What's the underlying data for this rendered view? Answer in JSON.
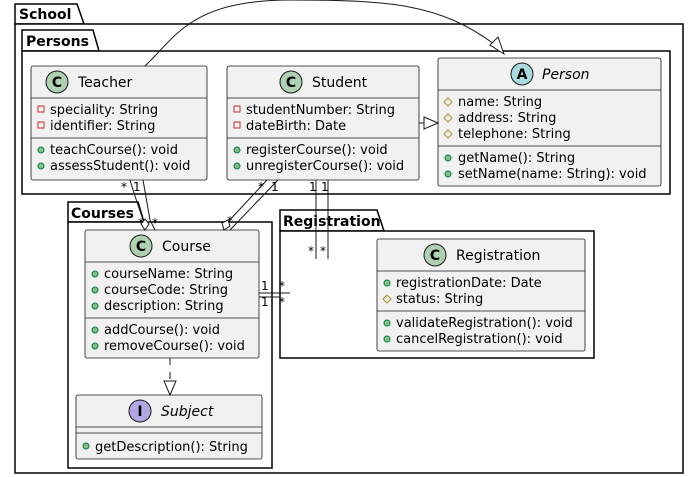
{
  "packages": {
    "school": "School",
    "persons": "Persons",
    "courses": "Courses",
    "registration": "Registration"
  },
  "classes": {
    "teacher": {
      "stereotype_letter": "C",
      "stereotype_color": "#ADD1B2",
      "name": "Teacher",
      "attributes": [
        {
          "vis": "private",
          "text": "speciality: String"
        },
        {
          "vis": "private",
          "text": "identifier: String"
        }
      ],
      "methods": [
        {
          "vis": "public",
          "text": "teachCourse(): void"
        },
        {
          "vis": "public",
          "text": "assessStudent(): void"
        }
      ]
    },
    "student": {
      "stereotype_letter": "C",
      "stereotype_color": "#ADD1B2",
      "name": "Student",
      "attributes": [
        {
          "vis": "private",
          "text": "studentNumber: String"
        },
        {
          "vis": "private",
          "text": "dateBirth: Date"
        }
      ],
      "methods": [
        {
          "vis": "public",
          "text": "registerCourse(): void"
        },
        {
          "vis": "public",
          "text": "unregisterCourse(): void"
        }
      ]
    },
    "person": {
      "stereotype_letter": "A",
      "stereotype_color": "#A9DCDF",
      "name": "Person",
      "attributes": [
        {
          "vis": "protected",
          "text": "name: String"
        },
        {
          "vis": "protected",
          "text": "address: String"
        },
        {
          "vis": "protected",
          "text": "telephone: String"
        }
      ],
      "methods": [
        {
          "vis": "public",
          "text": "getName(): String"
        },
        {
          "vis": "public",
          "text": "setName(name: String): void"
        }
      ]
    },
    "course": {
      "stereotype_letter": "C",
      "stereotype_color": "#ADD1B2",
      "name": "Course",
      "attributes": [
        {
          "vis": "public",
          "text": "courseName: String"
        },
        {
          "vis": "public",
          "text": "courseCode: String"
        },
        {
          "vis": "public",
          "text": "description: String"
        }
      ],
      "methods": [
        {
          "vis": "public",
          "text": "addCourse(): void"
        },
        {
          "vis": "public",
          "text": "removeCourse(): void"
        }
      ]
    },
    "subject": {
      "stereotype_letter": "I",
      "stereotype_color": "#B4A7E5",
      "name": "Subject",
      "attributes": [],
      "methods": [
        {
          "vis": "public",
          "text": "getDescription(): String"
        }
      ]
    },
    "registration": {
      "stereotype_letter": "C",
      "stereotype_color": "#ADD1B2",
      "name": "Registration",
      "attributes": [
        {
          "vis": "public",
          "text": "registrationDate: Date"
        },
        {
          "vis": "protected",
          "text": "status: String"
        }
      ],
      "methods": [
        {
          "vis": "public",
          "text": "validateRegistration(): void"
        },
        {
          "vis": "public",
          "text": "cancelRegistration(): void"
        }
      ]
    }
  },
  "multiplicities": {
    "teacher_course_src_a": "*",
    "teacher_course_src_b": "1",
    "teacher_course_dst_a": "*",
    "teacher_course_dst_b": "*",
    "student_course_src_a": "*",
    "student_course_src_b": "1",
    "student_course_dst": "*",
    "student_reg_src_a": "1",
    "student_reg_src_b": "1",
    "student_reg_dst_a": "*",
    "student_reg_dst_b": "*",
    "course_reg_src_a": "1",
    "course_reg_src_b": "1",
    "course_reg_dst_a": "*",
    "course_reg_dst_b": "*"
  }
}
